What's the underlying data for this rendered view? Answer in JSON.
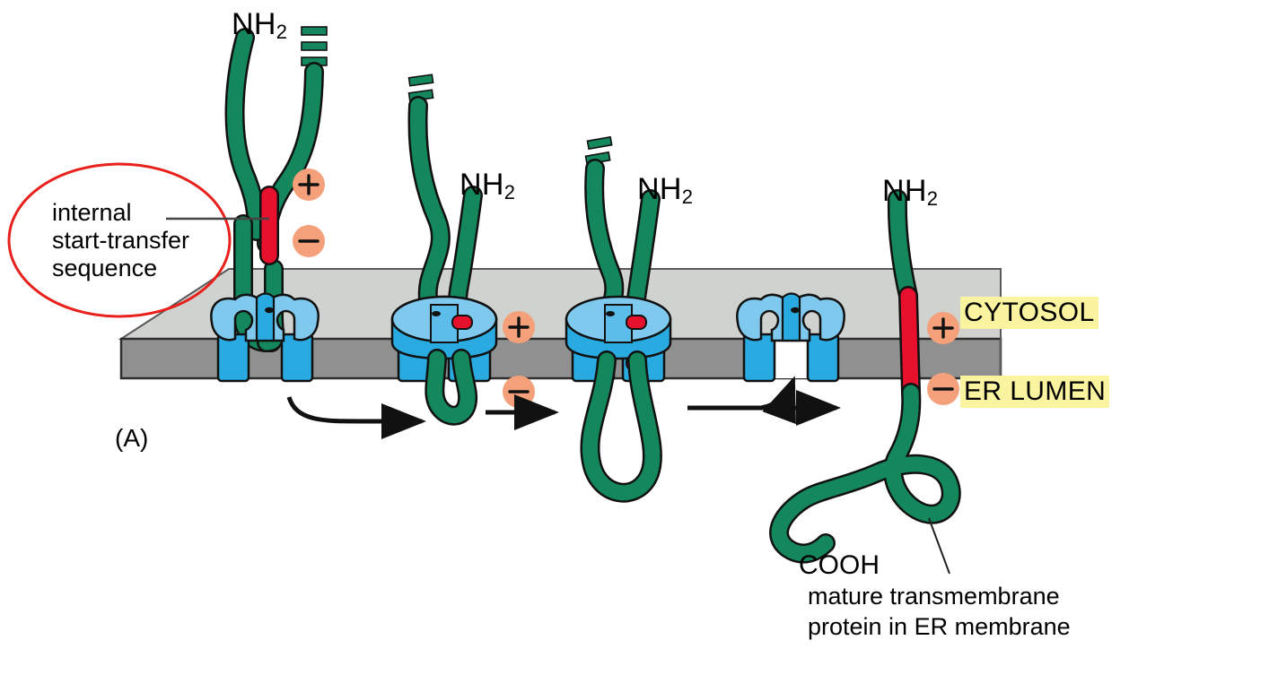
{
  "figure": {
    "panel_label": "(A)",
    "title_implicit": "Insertion of a single-pass transmembrane protein with an internal start-transfer sequence into the ER membrane"
  },
  "annotations": {
    "internal_start_transfer": {
      "line1": "internal",
      "line2": "start-transfer",
      "line3": "sequence",
      "ellipse_color": "#E8211C",
      "leader_color": "#444444"
    },
    "mature_protein": {
      "line1": "mature transmembrane",
      "line2": "protein in ER membrane",
      "leader_color": "#222222"
    }
  },
  "compartments": [
    {
      "name": "cytosol",
      "label": "CYTOSOL",
      "highlight": "#FAF3A0"
    },
    {
      "name": "er_lumen",
      "label": "ER LUMEN",
      "highlight": "#FAF3A0"
    }
  ],
  "termini": {
    "amine_label": "NH",
    "amine_subscript": "2",
    "carboxyl_label": "COOH"
  },
  "charges": [
    {
      "sign": "+",
      "stage": 1
    },
    {
      "sign": "−",
      "stage": 1
    },
    {
      "sign": "+",
      "stage": 2
    },
    {
      "sign": "−",
      "stage": 2
    },
    {
      "sign": "+",
      "stage": 5
    },
    {
      "sign": "−",
      "stage": 5
    }
  ],
  "stages": [
    {
      "id": 1,
      "name": "hairpin-docking",
      "nh2_label": "NH",
      "nh2_sub": "2",
      "has_red_segment": true,
      "translocon": "open"
    },
    {
      "id": 2,
      "name": "signal-inserted",
      "nh2_label": "NH",
      "nh2_sub": "2",
      "has_red_segment": true,
      "translocon": "closed"
    },
    {
      "id": 3,
      "name": "chain-translocating",
      "nh2_label": "NH",
      "nh2_sub": "2",
      "has_red_segment": true,
      "translocon": "closed"
    },
    {
      "id": 4,
      "name": "empty-translocon",
      "nh2_label": "",
      "nh2_sub": "",
      "has_red_segment": false,
      "translocon": "open"
    },
    {
      "id": 5,
      "name": "mature-protein",
      "nh2_label": "NH",
      "nh2_sub": "2",
      "has_red_segment": true,
      "translocon": "none"
    }
  ],
  "colors": {
    "polypeptide_green": "#14875C",
    "signal_red": "#E8112D",
    "membrane_top": "#CFD2CE",
    "membrane_face": "#909090",
    "translocon_light": "#7FC9EE",
    "translocon_dark": "#29ABE2",
    "charge_circle": "#F4A07A",
    "outline": "#111111",
    "highlight_yellow": "#FAF3A0",
    "annotation_red": "#E8211C"
  },
  "arrows": [
    {
      "name": "arrow-stage1-to-stage2",
      "type": "curved-then-straight"
    },
    {
      "name": "arrow-stage2-to-stage3",
      "type": "straight"
    },
    {
      "name": "arrow-stage3-to-stage4",
      "type": "straight-with-curve-up"
    }
  ]
}
